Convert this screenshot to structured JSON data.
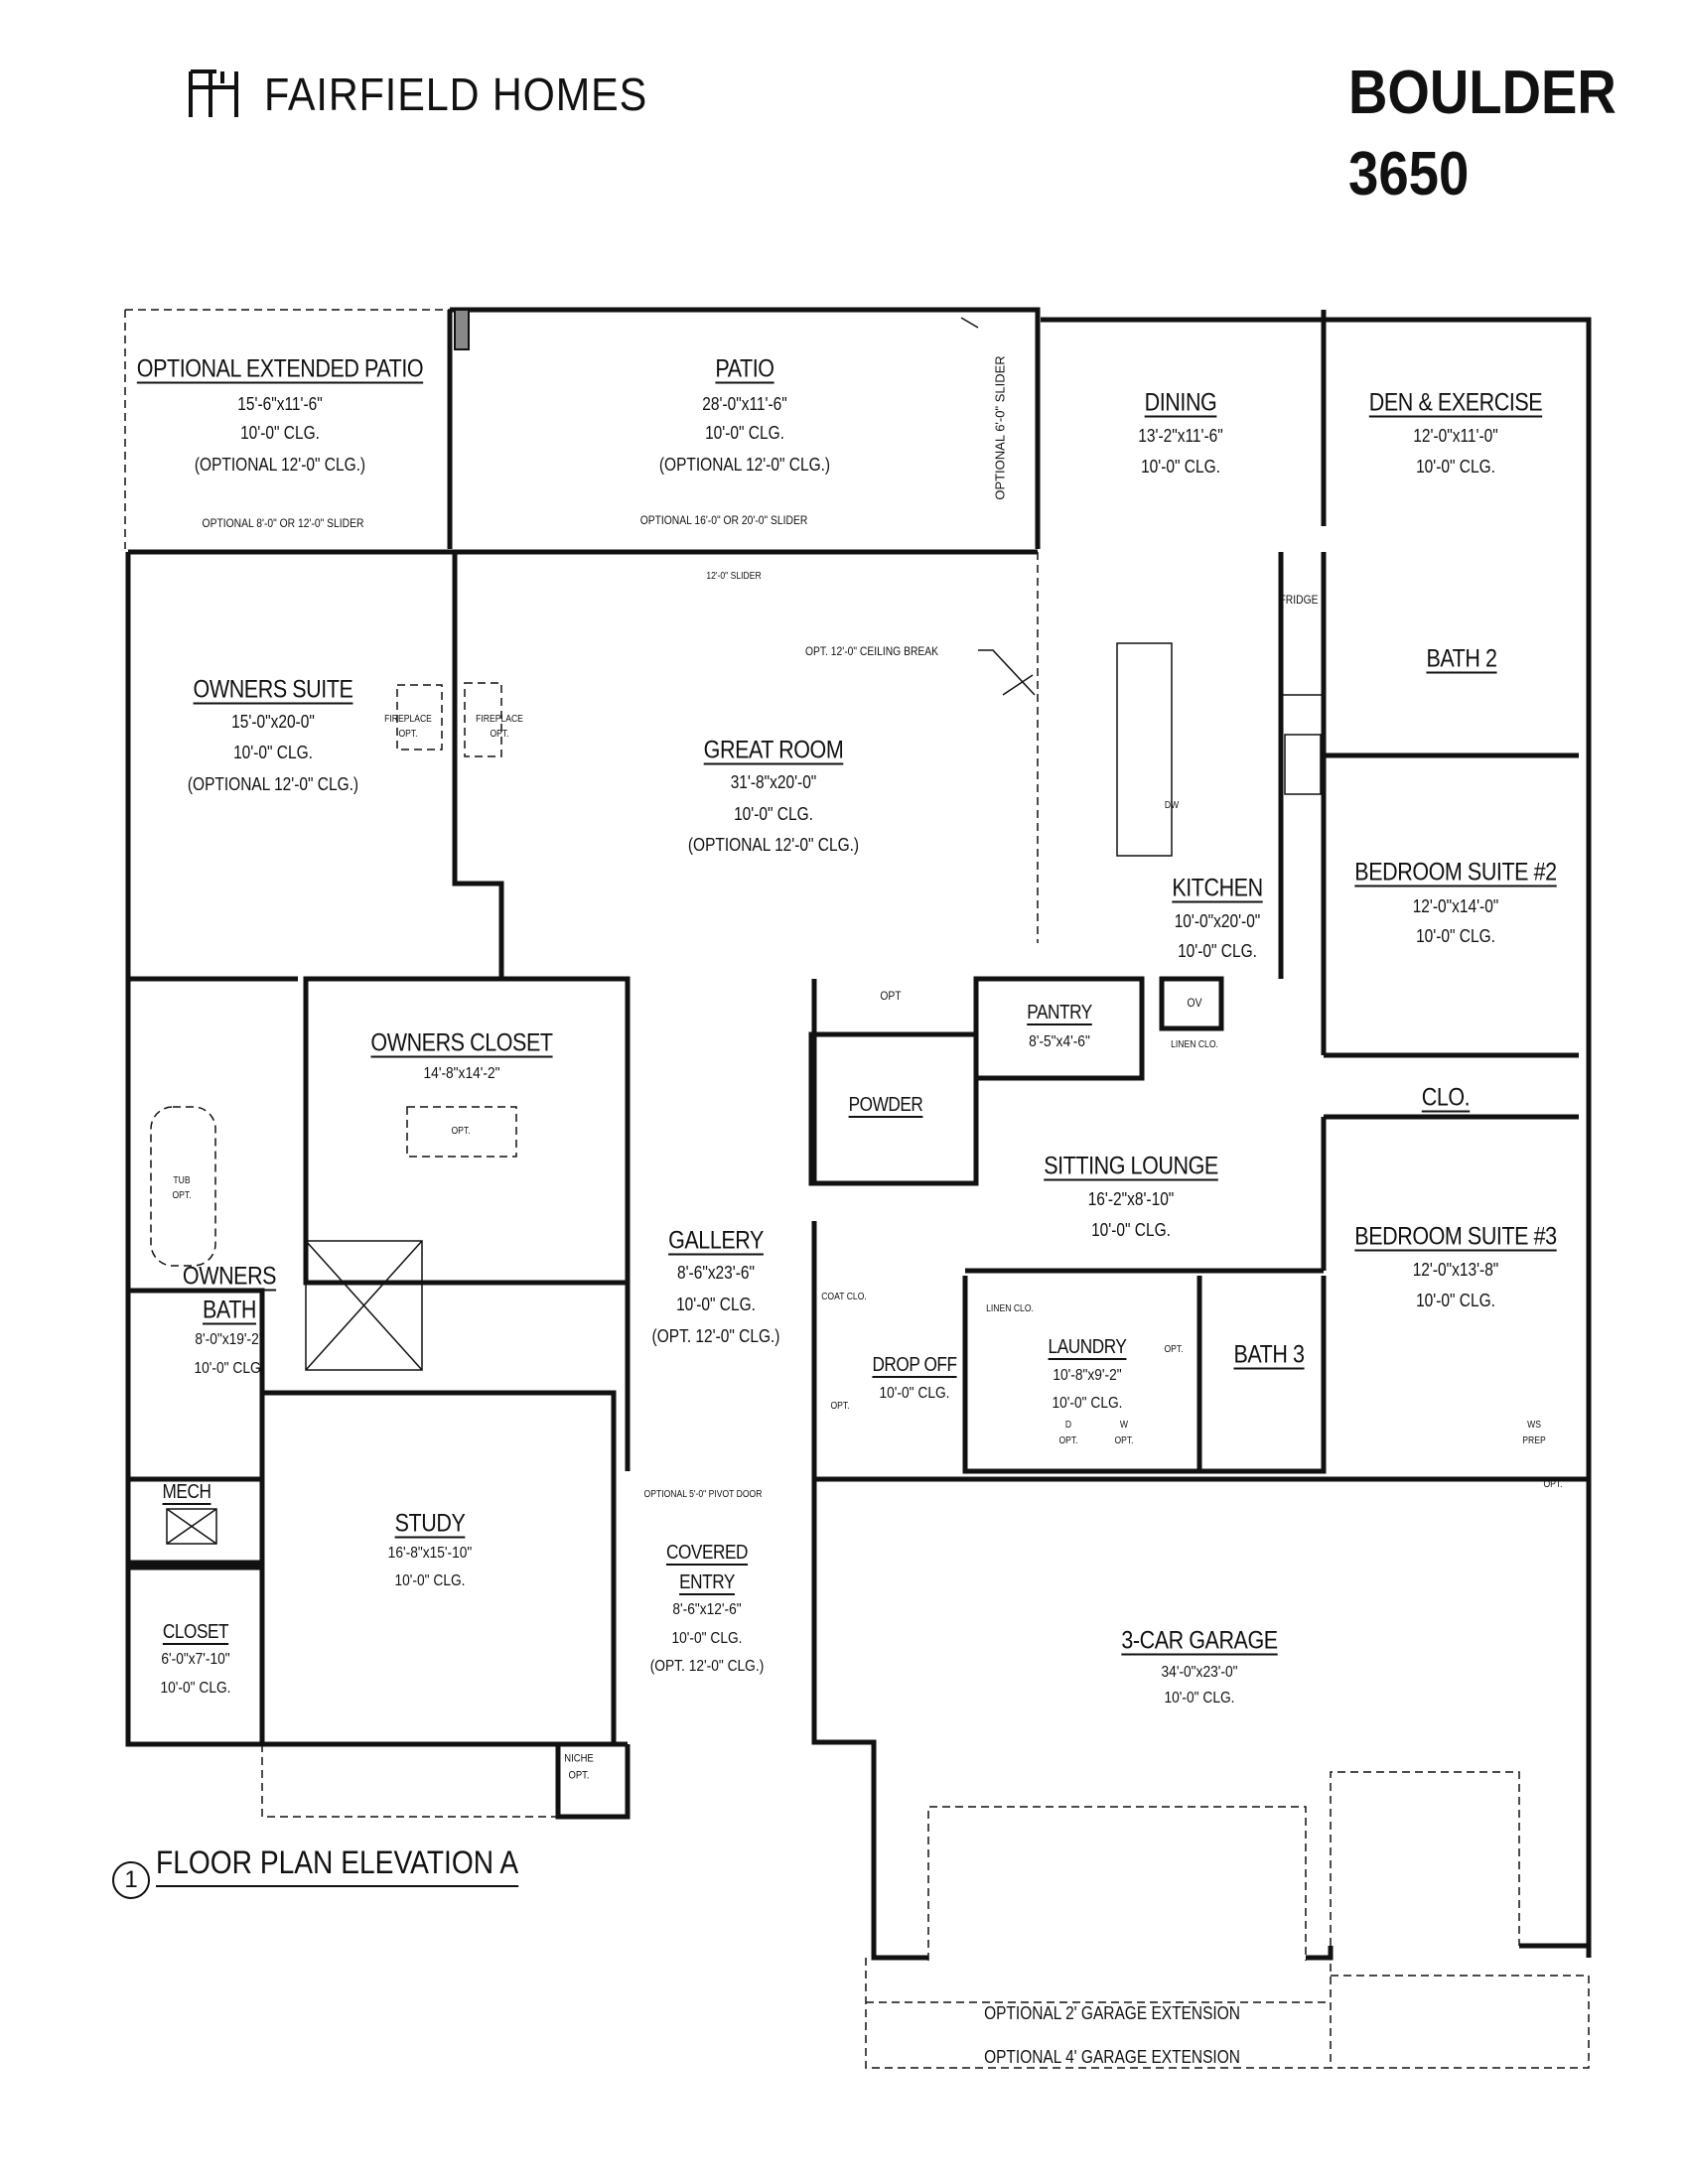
{
  "brand": {
    "name": "FAIRFIELD HOMES",
    "logo_mark": "FH"
  },
  "model": {
    "name": "BOULDER",
    "number": "3650"
  },
  "plan_title": {
    "number": "1",
    "text": "FLOOR PLAN ELEVATION A"
  },
  "rooms": {
    "ext_patio": {
      "name": "OPTIONAL EXTENDED PATIO",
      "size": "15'-6\"x11'-6\"",
      "clg": "10'-0\" CLG.",
      "opt": "(OPTIONAL 12'-0\" CLG.)"
    },
    "patio": {
      "name": "PATIO",
      "size": "28'-0\"x11'-6\"",
      "clg": "10'-0\" CLG.",
      "opt": "(OPTIONAL 12'-0\" CLG.)"
    },
    "dining": {
      "name": "DINING",
      "size": "13'-2\"x11'-6\"",
      "clg": "10'-0\" CLG."
    },
    "den": {
      "name": "DEN & EXERCISE",
      "size": "12'-0\"x11'-0\"",
      "clg": "10'-0\" CLG."
    },
    "bath2": {
      "name": "BATH 2"
    },
    "owners_suite": {
      "name": "OWNERS SUITE",
      "size": "15'-0\"x20-0\"",
      "clg": "10'-0\" CLG.",
      "opt": "(OPTIONAL 12'-0\" CLG.)"
    },
    "great_room": {
      "name": "GREAT ROOM",
      "size": "31'-8\"x20'-0\"",
      "clg": "10'-0\" CLG.",
      "opt": "(OPTIONAL 12'-0\" CLG.)"
    },
    "kitchen": {
      "name": "KITCHEN",
      "size": "10'-0\"x20'-0\"",
      "clg": "10'-0\" CLG."
    },
    "bedroom2": {
      "name": "BEDROOM SUITE #2",
      "size": "12'-0\"x14'-0\"",
      "clg": "10'-0\" CLG."
    },
    "pantry": {
      "name": "PANTRY",
      "size": "8'-5\"x4'-6\""
    },
    "owners_closet": {
      "name": "OWNERS CLOSET",
      "size": "14'-8\"x14'-2\""
    },
    "powder": {
      "name": "POWDER"
    },
    "clo": {
      "name": "CLO."
    },
    "sitting_lounge": {
      "name": "SITTING LOUNGE",
      "size": "16'-2\"x8'-10\"",
      "clg": "10'-0\" CLG."
    },
    "bedroom3": {
      "name": "BEDROOM SUITE #3",
      "size": "12'-0\"x13'-8\"",
      "clg": "10'-0\" CLG."
    },
    "gallery": {
      "name": "GALLERY",
      "size": "8'-6\"x23'-6\"",
      "clg": "10'-0\" CLG.",
      "opt": "(OPT. 12'-0\" CLG.)"
    },
    "owners_bath": {
      "name1": "OWNERS",
      "name2": "BATH",
      "size": "8'-0\"x19'-2\"",
      "clg": "10'-0\" CLG."
    },
    "laundry": {
      "name": "LAUNDRY",
      "size": "10'-8\"x9'-2\"",
      "clg": "10'-0\" CLG."
    },
    "bath3": {
      "name": "BATH 3"
    },
    "drop_off": {
      "name": "DROP OFF",
      "clg": "10'-0\" CLG."
    },
    "mech": {
      "name": "MECH"
    },
    "study": {
      "name": "STUDY",
      "size": "16'-8\"x15'-10\"",
      "clg": "10'-0\" CLG."
    },
    "covered_entry": {
      "name1": "COVERED",
      "name2": "ENTRY",
      "size": "8'-6\"x12'-6\"",
      "clg": "10'-0\" CLG.",
      "opt": "(OPT. 12'-0\" CLG.)"
    },
    "closet": {
      "name": "CLOSET",
      "size": "6'-0\"x7'-10\"",
      "clg": "10'-0\" CLG."
    },
    "garage": {
      "name": "3-CAR GARAGE",
      "size": "34'-0\"x23'-0\"",
      "clg": "10'-0\" CLG."
    }
  },
  "notes": {
    "slider_ext": "OPTIONAL 8'-0\" OR 12'-0\" SLIDER",
    "slider_patio": "OPTIONAL 16'-0\" OR 20'-0\" SLIDER",
    "slider_12": "12'-0\" SLIDER",
    "slider_6": "OPTIONAL 6'-0\" SLIDER",
    "ceiling_break": "OPT. 12'-0\" CEILING BREAK",
    "fireplace1": "FIREPLACE",
    "fireplace1_opt": "OPT.",
    "fireplace2": "FIREPLACE",
    "fireplace2_opt": "OPT.",
    "fridge": "FRIDGE",
    "dw": "DW",
    "ov": "OV",
    "linen_kitchen": "LINEN CLO.",
    "linen_laundry": "LINEN CLO.",
    "opt_counter": "OPT",
    "closet_island": "OPT.",
    "tub": "TUB",
    "tub_opt": "OPT.",
    "coat_clo": "COAT CLO.",
    "laundry_opt": "OPT.",
    "dropoff_opt": "OPT.",
    "d": "D",
    "d_opt": "OPT.",
    "w": "W",
    "w_opt": "OPT.",
    "ws": "WS",
    "prep": "PREP",
    "garage_door_opt": "OPT.",
    "pivot_door": "OPTIONAL 5'-0\" PIVOT DOOR",
    "niche": "NICHE",
    "niche_opt": "OPT.",
    "garage_ext2": "OPTIONAL 2' GARAGE EXTENSION",
    "garage_ext4": "OPTIONAL 4' GARAGE EXTENSION"
  }
}
